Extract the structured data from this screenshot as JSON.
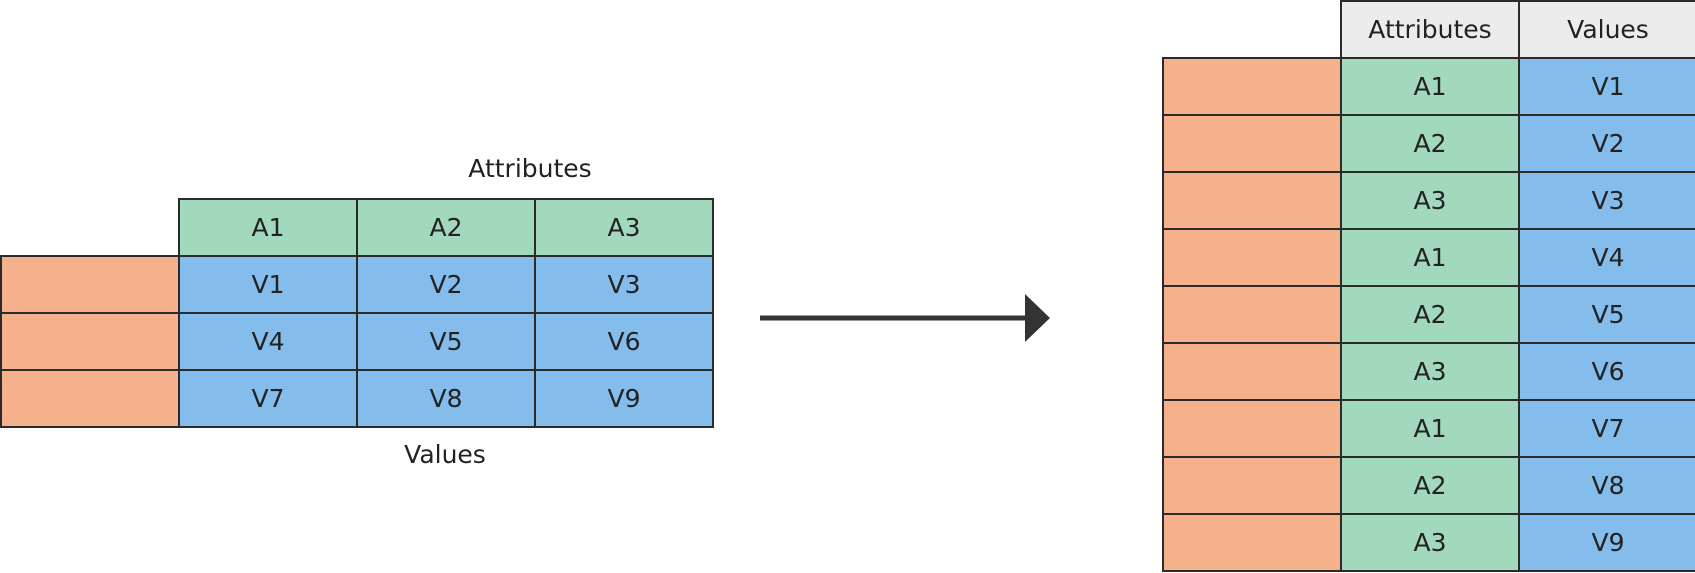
{
  "colors": {
    "id": "#f5b08c",
    "attribute": "#a2d9bc",
    "value": "#84bdec",
    "header": "#ececec",
    "border": "#2b2b2b"
  },
  "wide": {
    "top_caption": "Attributes",
    "bottom_caption": "Values",
    "attributes": [
      "A1",
      "A2",
      "A3"
    ],
    "rows": [
      [
        "V1",
        "V2",
        "V3"
      ],
      [
        "V4",
        "V5",
        "V6"
      ],
      [
        "V7",
        "V8",
        "V9"
      ]
    ]
  },
  "long": {
    "headers": [
      "Attributes",
      "Values"
    ],
    "rows": [
      [
        "A1",
        "V1"
      ],
      [
        "A2",
        "V2"
      ],
      [
        "A3",
        "V3"
      ],
      [
        "A1",
        "V4"
      ],
      [
        "A2",
        "V5"
      ],
      [
        "A3",
        "V6"
      ],
      [
        "A1",
        "V7"
      ],
      [
        "A2",
        "V8"
      ],
      [
        "A3",
        "V9"
      ]
    ]
  }
}
